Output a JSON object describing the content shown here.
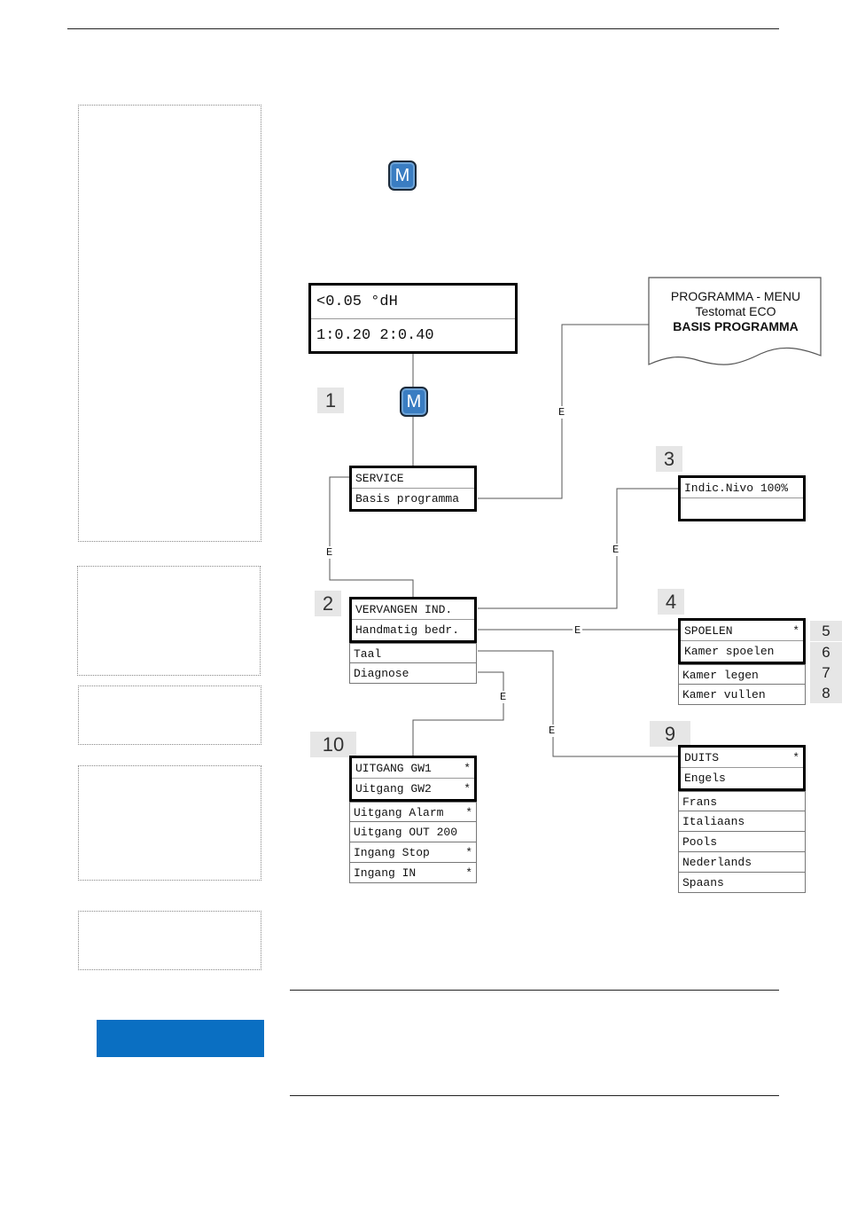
{
  "menu_key_label": "M",
  "display": {
    "line1": "<0.05 °dH",
    "line2": "1:0.20  2:0.40"
  },
  "doc_box": {
    "line1": "PROGRAMMA - MENU",
    "line2": "Testomat  ECO",
    "line3": "BASIS PROGRAMMA"
  },
  "edge_label": "E",
  "steps": {
    "s1": "1",
    "s2": "2",
    "s3": "3",
    "s4": "4",
    "s5": "5",
    "s6": "6",
    "s7": "7",
    "s8": "8",
    "s9": "9",
    "s10": "10"
  },
  "service_menu": {
    "item1": "SERVICE",
    "item2": "Basis programma"
  },
  "main_menu": {
    "item1": "VERVANGEN IND.",
    "item2": "Handmatig bedr.",
    "item3": "Taal",
    "item4": "Diagnose"
  },
  "indicator": {
    "item1": "Indic.Nivo 100%",
    "item2": ""
  },
  "rinse_menu": {
    "item1": "SPOELEN",
    "item1_mark": "*",
    "item2": "Kamer spoelen",
    "item3": "Kamer legen",
    "item4": "Kamer vullen"
  },
  "language_menu": {
    "item1": "DUITS",
    "item1_mark": "*",
    "item2": "Engels",
    "item3": "Frans",
    "item4": "Italiaans",
    "item5": "Pools",
    "item6": "Nederlands",
    "item7": "Spaans"
  },
  "diagnose_menu": {
    "item1": "UITGANG GW1",
    "item1_mark": "*",
    "item2": "Uitgang GW2",
    "item2_mark": "*",
    "item3": "Uitgang Alarm",
    "item3_mark": "*",
    "item4": "Uitgang OUT 200",
    "item5": "Ingang Stop",
    "item5_mark": "*",
    "item6": "Ingang IN",
    "item6_mark": "*"
  },
  "colors": {
    "accent_blue": "#0a6fc2",
    "key_blue": "#3a7dc2"
  }
}
